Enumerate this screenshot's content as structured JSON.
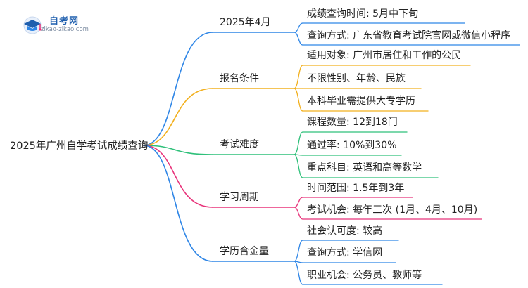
{
  "logo": {
    "name": "自考网",
    "url": "zikao-zikao.com"
  },
  "root": {
    "label": "2025年广州自学考试成绩查询"
  },
  "branches": [
    {
      "label": "2025年4月",
      "color": "#2f86e6",
      "leaves": [
        "成绩查询时间: 5月中下旬",
        "查询方式: 广东省教育考试院官网或微信小程序"
      ]
    },
    {
      "label": "报名条件",
      "color": "#f2b01e",
      "leaves": [
        "适用对象: 广州市居住和工作的公民",
        "不限性别、年龄、民族",
        "本科毕业需提供大专学历"
      ]
    },
    {
      "label": "考试难度",
      "color": "#2fc07a",
      "leaves": [
        "课程数量: 12到18门",
        "通过率: 10%到30%",
        "重点科目: 英语和高等数学"
      ]
    },
    {
      "label": "学习周期",
      "color": "#e8337a",
      "leaves": [
        "时间范围: 1.5年到3年",
        "考试机会: 每年三次 (1月、4月、10月)"
      ]
    },
    {
      "label": "学历含金量",
      "color": "#2f86e6",
      "leaves": [
        "社会认可度: 较高",
        "查询方式: 学信网",
        "职业机会: 公务员、教师等"
      ]
    }
  ]
}
